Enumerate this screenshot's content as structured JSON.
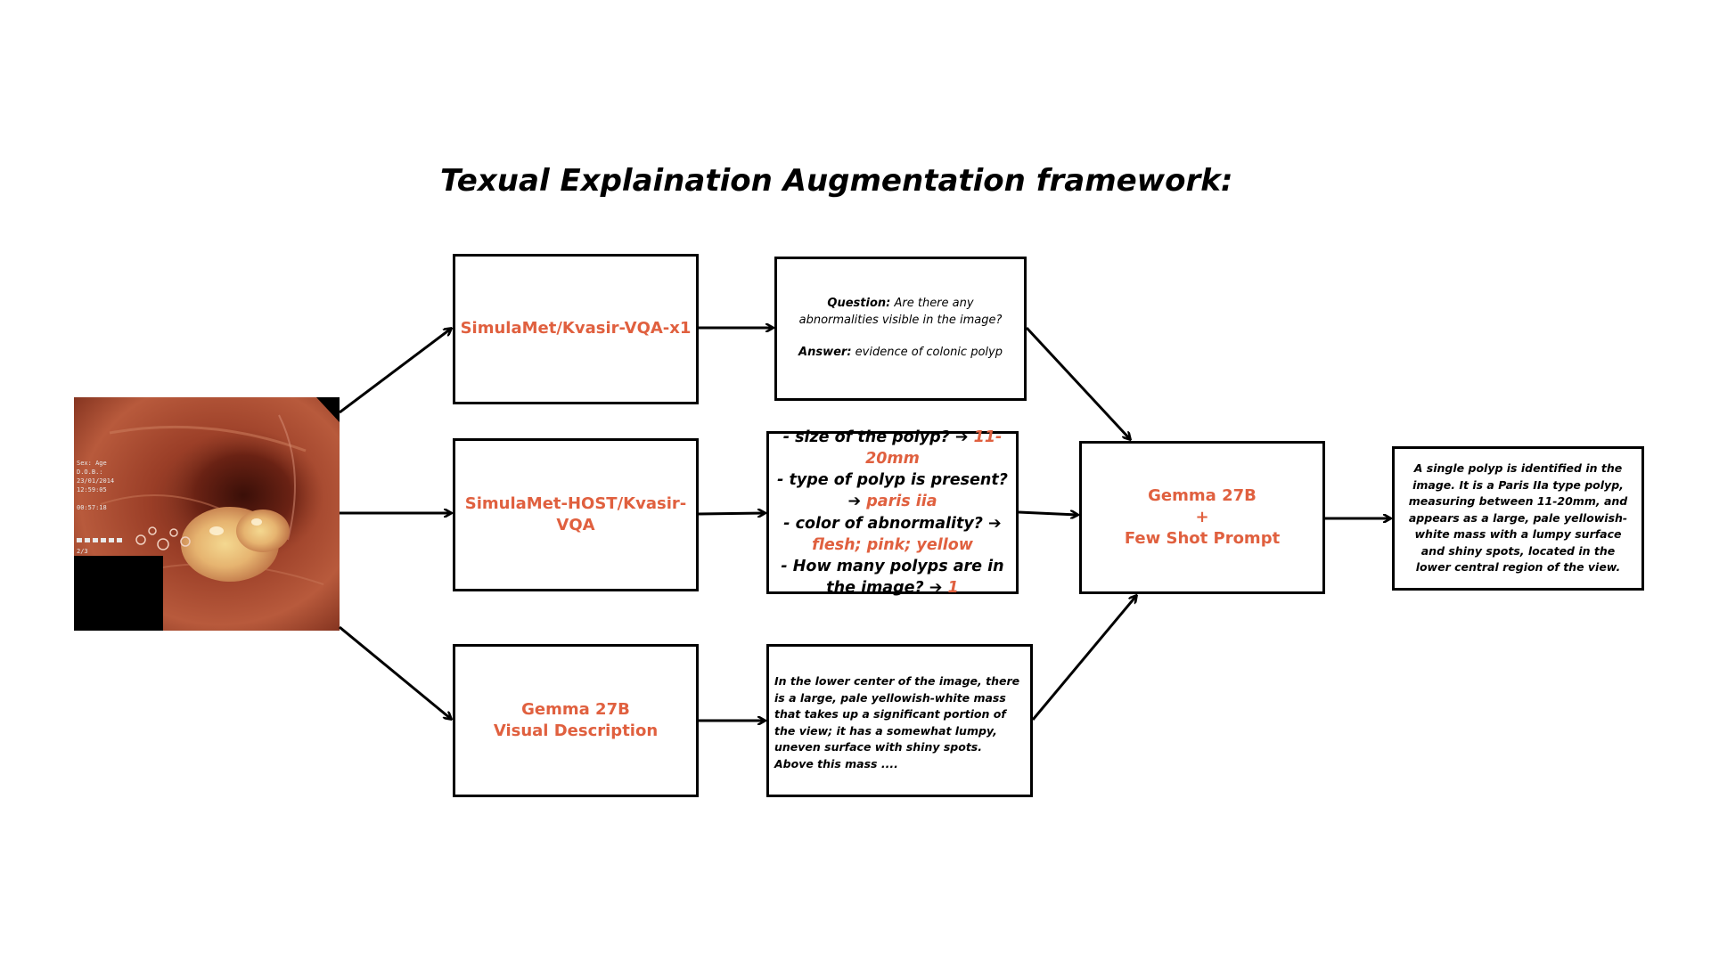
{
  "title": "Texual Explaination Augmentation framework:",
  "colors": {
    "accent": "#e0603f",
    "stroke": "#000000"
  },
  "image": {
    "description_icon": "endoscopy-image",
    "overlay_text": [
      "Sex: Age",
      "D.O.B.:",
      "23/01/2014",
      "12:59:05",
      "00:57:18",
      "2/3"
    ]
  },
  "sources": {
    "kvasir_x1": "SimulaMet/Kvasir-VQA-x1",
    "host_vqa": "SimulaMet-HOST/Kvasir-VQA",
    "gemma_visual": {
      "line1": "Gemma 27B",
      "line2": "Visual Description"
    }
  },
  "qa": {
    "question_label": "Question:",
    "question_text": "Are there any abnormalities visible in the image?",
    "answer_label": "Answer:",
    "answer_text": "evidence of colonic polyp"
  },
  "host": {
    "items": [
      {
        "q": "- size of the polyp? ➔",
        "a": "11-20mm"
      },
      {
        "q": "- type of polyp is present? ➔",
        "a": "paris iia"
      },
      {
        "q": "-  color of abnormality?  ➔",
        "a": "flesh; pink; yellow"
      },
      {
        "q": "- How many polyps are in the image? ➔",
        "a": "1"
      }
    ]
  },
  "visual_description": "In the lower center of the image, there is a large, pale yellowish-white mass that takes up a significant portion of the view; it has a somewhat lumpy, uneven surface with shiny spots. Above this mass ....",
  "gemma_prompt": {
    "line1": "Gemma 27B",
    "line2": "+",
    "line3": "Few Shot Prompt"
  },
  "final_output": "A single polyp is identified in the image. It is a Paris IIa type polyp, measuring between 11-20mm, and appears as a large, pale yellowish-white mass with a lumpy surface and shiny spots, located in the lower central region of the view."
}
